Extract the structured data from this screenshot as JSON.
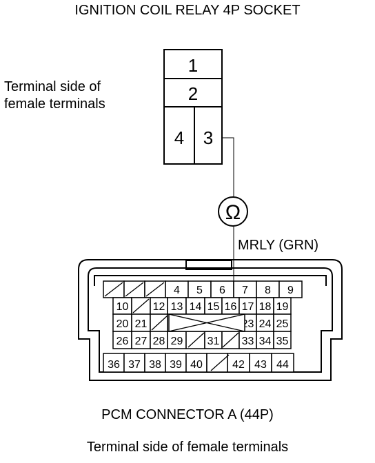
{
  "relay_socket": {
    "title": "IGNITION COIL RELAY 4P SOCKET",
    "side_label_line1": "Terminal side of",
    "side_label_line2": "female terminals",
    "terminals": [
      "1",
      "2",
      "4",
      "3"
    ]
  },
  "meter": {
    "symbol": "Ω"
  },
  "wire": {
    "label": "MRLY (GRN)"
  },
  "pcm_connector": {
    "title": "PCM CONNECTOR A (44P)",
    "caption": "Terminal side of female terminals",
    "row1": [
      "",
      "",
      "",
      "4",
      "5",
      "6",
      "7",
      "8",
      "9"
    ],
    "row2": [
      "10",
      "",
      "12",
      "13",
      "14",
      "15",
      "16",
      "17",
      "18",
      "19"
    ],
    "row3": [
      "20",
      "21",
      "",
      "",
      "",
      "",
      "",
      "23",
      "24",
      "25"
    ],
    "row4": [
      "26",
      "27",
      "28",
      "29",
      "",
      "31",
      "",
      "33",
      "34",
      "35"
    ],
    "row5": [
      "36",
      "37",
      "38",
      "39",
      "40",
      "",
      "42",
      "43",
      "44"
    ]
  }
}
